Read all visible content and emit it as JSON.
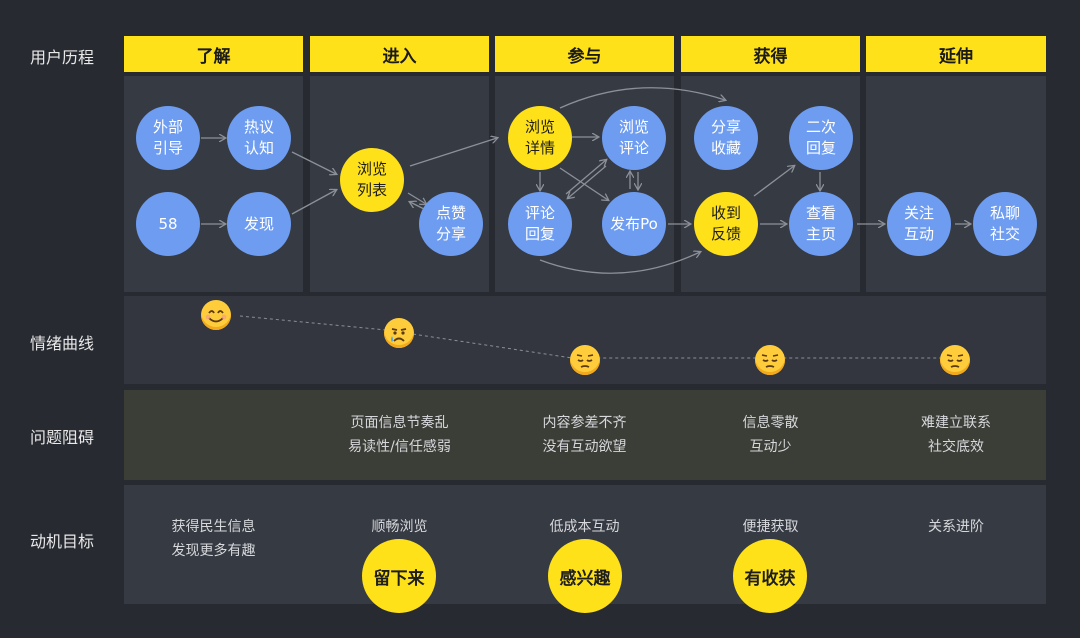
{
  "row_labels": {
    "journey": "用户历程",
    "emotion": "情绪曲线",
    "problems": "问题阻碍",
    "goals": "动机目标"
  },
  "stages": [
    "了解",
    "进入",
    "参与",
    "获得",
    "延伸"
  ],
  "nodes": {
    "waibu": "外部\n引导",
    "reyi": "热议\n认知",
    "n58": "58",
    "faxian": "发现",
    "liulan_list": "浏览\n列表",
    "dianzan": "点赞\n分享",
    "liulan_detail": "浏览\n详情",
    "liulan_comment": "浏览\n评论",
    "pinglun_reply": "评论\n回复",
    "fabu": "发布Po",
    "fenxiang": "分享\n收藏",
    "erci": "二次\n回复",
    "shoudao": "收到\n反馈",
    "chakan": "查看\n主页",
    "guanzhu": "关注\n互动",
    "siliao": "私聊\n社交"
  },
  "emotions": [
    "happy",
    "crying",
    "pensive",
    "pensive",
    "pensive"
  ],
  "problems": [
    "",
    "页面信息节奏乱\n易读性/信任感弱",
    "内容参差不齐\n没有互动欲望",
    "信息零散\n互动少",
    "难建立联系\n社交底效"
  ],
  "goals": [
    "获得民生信息\n发现更多有趣",
    "顺畅浏览",
    "低成本互动",
    "便捷获取",
    "关系进阶"
  ],
  "goal_badges": [
    "留下来",
    "感兴趣",
    "有收获"
  ],
  "colors": {
    "background": "#272a31",
    "stage_yellow": "#ffe11a",
    "node_blue": "#6d9cf0",
    "band_journey": "#363a42",
    "band_emotion": "#33363e",
    "band_problem": "#3b3d37",
    "band_goal": "#363a42"
  }
}
